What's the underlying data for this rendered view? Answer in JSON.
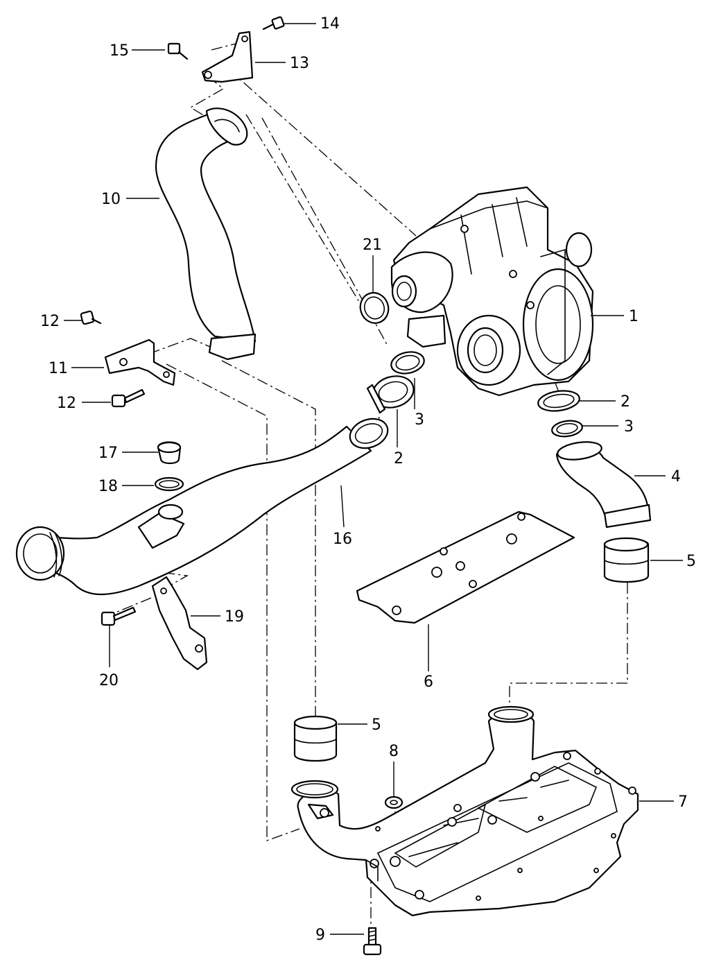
{
  "callouts": [
    {
      "id": "1",
      "label": "1"
    },
    {
      "id": "2a",
      "label": "2"
    },
    {
      "id": "2b",
      "label": "2"
    },
    {
      "id": "3a",
      "label": "3"
    },
    {
      "id": "3b",
      "label": "3"
    },
    {
      "id": "4",
      "label": "4"
    },
    {
      "id": "5a",
      "label": "5"
    },
    {
      "id": "5b",
      "label": "5"
    },
    {
      "id": "6",
      "label": "6"
    },
    {
      "id": "7",
      "label": "7"
    },
    {
      "id": "8",
      "label": "8"
    },
    {
      "id": "9",
      "label": "9"
    },
    {
      "id": "10",
      "label": "10"
    },
    {
      "id": "11",
      "label": "11"
    },
    {
      "id": "12a",
      "label": "12"
    },
    {
      "id": "12b",
      "label": "12"
    },
    {
      "id": "13",
      "label": "13"
    },
    {
      "id": "14",
      "label": "14"
    },
    {
      "id": "15",
      "label": "15"
    },
    {
      "id": "16",
      "label": "16"
    },
    {
      "id": "17",
      "label": "17"
    },
    {
      "id": "18",
      "label": "18"
    },
    {
      "id": "19",
      "label": "19"
    },
    {
      "id": "20",
      "label": "20"
    },
    {
      "id": "21",
      "label": "21"
    }
  ]
}
